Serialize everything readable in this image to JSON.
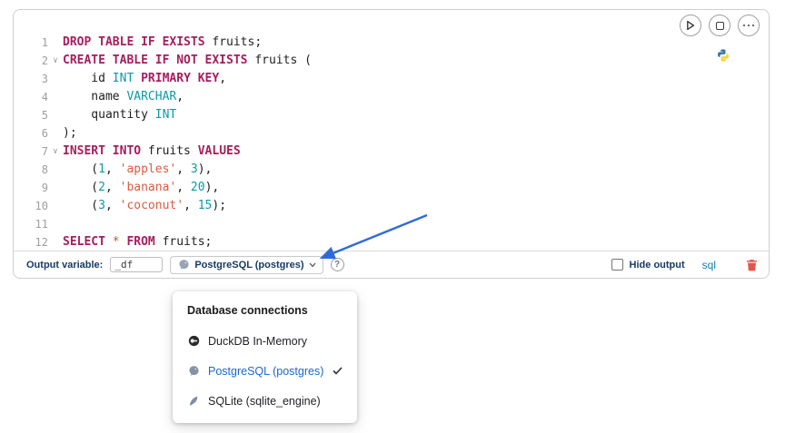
{
  "toolbar": {
    "output_variable_label": "Output variable:",
    "output_variable_value": "_df",
    "connection_label": "PostgreSQL (postgres)",
    "hide_output_label": "Hide output",
    "language_label": "sql"
  },
  "connections_menu": {
    "title": "Database connections",
    "items": [
      {
        "label": "DuckDB In-Memory",
        "icon": "duckdb-icon",
        "selected": false
      },
      {
        "label": "PostgreSQL (postgres)",
        "icon": "postgres-icon",
        "selected": true
      },
      {
        "label": "SQLite (sqlite_engine)",
        "icon": "sqlite-icon",
        "selected": false
      }
    ]
  },
  "code": {
    "language": "sql",
    "lines": [
      {
        "n": "1",
        "fold": false,
        "tokens": [
          [
            "k",
            "DROP TABLE IF EXISTS"
          ],
          [
            "p",
            " fruits;"
          ]
        ]
      },
      {
        "n": "2",
        "fold": true,
        "tokens": [
          [
            "k",
            "CREATE TABLE IF NOT EXISTS"
          ],
          [
            "p",
            " fruits ("
          ]
        ]
      },
      {
        "n": "3",
        "fold": false,
        "tokens": [
          [
            "p",
            "    id "
          ],
          [
            "t",
            "INT"
          ],
          [
            "p",
            " "
          ],
          [
            "k",
            "PRIMARY KEY"
          ],
          [
            "p",
            ","
          ]
        ]
      },
      {
        "n": "4",
        "fold": false,
        "tokens": [
          [
            "p",
            "    name "
          ],
          [
            "t",
            "VARCHAR"
          ],
          [
            "p",
            ","
          ]
        ]
      },
      {
        "n": "5",
        "fold": false,
        "tokens": [
          [
            "p",
            "    quantity "
          ],
          [
            "t",
            "INT"
          ]
        ]
      },
      {
        "n": "6",
        "fold": false,
        "tokens": [
          [
            "p",
            ");"
          ]
        ]
      },
      {
        "n": "7",
        "fold": true,
        "tokens": [
          [
            "k",
            "INSERT INTO"
          ],
          [
            "p",
            " fruits "
          ],
          [
            "k",
            "VALUES"
          ]
        ]
      },
      {
        "n": "8",
        "fold": false,
        "tokens": [
          [
            "p",
            "    ("
          ],
          [
            "n",
            "1"
          ],
          [
            "p",
            ", "
          ],
          [
            "s",
            "'apples'"
          ],
          [
            "p",
            ", "
          ],
          [
            "n",
            "3"
          ],
          [
            "p",
            "),"
          ]
        ]
      },
      {
        "n": "9",
        "fold": false,
        "tokens": [
          [
            "p",
            "    ("
          ],
          [
            "n",
            "2"
          ],
          [
            "p",
            ", "
          ],
          [
            "s",
            "'banana'"
          ],
          [
            "p",
            ", "
          ],
          [
            "n",
            "20"
          ],
          [
            "p",
            "),"
          ]
        ]
      },
      {
        "n": "10",
        "fold": false,
        "tokens": [
          [
            "p",
            "    ("
          ],
          [
            "n",
            "3"
          ],
          [
            "p",
            ", "
          ],
          [
            "s",
            "'coconut'"
          ],
          [
            "p",
            ", "
          ],
          [
            "n",
            "15"
          ],
          [
            "p",
            ");"
          ]
        ]
      },
      {
        "n": "11",
        "fold": false,
        "tokens": []
      },
      {
        "n": "12",
        "fold": false,
        "tokens": [
          [
            "k",
            "SELECT"
          ],
          [
            "p",
            " "
          ],
          [
            "o",
            "*"
          ],
          [
            "p",
            " "
          ],
          [
            "k",
            "FROM"
          ],
          [
            "p",
            " fruits;"
          ]
        ]
      }
    ]
  },
  "icons": {
    "play-icon": "▷",
    "stop-icon": "▢",
    "ellipsis-icon": "⋯",
    "python-icon": "python-logo",
    "postgres-icon": "elephant",
    "duckdb-icon": "duck-in-circle",
    "sqlite-icon": "feather",
    "chevron-down-icon": "∨",
    "check-icon": "✓",
    "help-icon": "?",
    "trash-icon": "trash-can",
    "annotation-arrow": "blue-arrow"
  },
  "colors": {
    "keyword": "#a71d5d",
    "type": "#0e9aa7",
    "number": "#0e9aa7",
    "string": "#dc5b40",
    "operator": "#c0582f",
    "label_navy": "#173a64",
    "language_teal": "#0b7fae",
    "selected_item_blue": "#1967d2",
    "trash_red": "#e2574c",
    "arrow_blue": "#2f6bd8"
  }
}
